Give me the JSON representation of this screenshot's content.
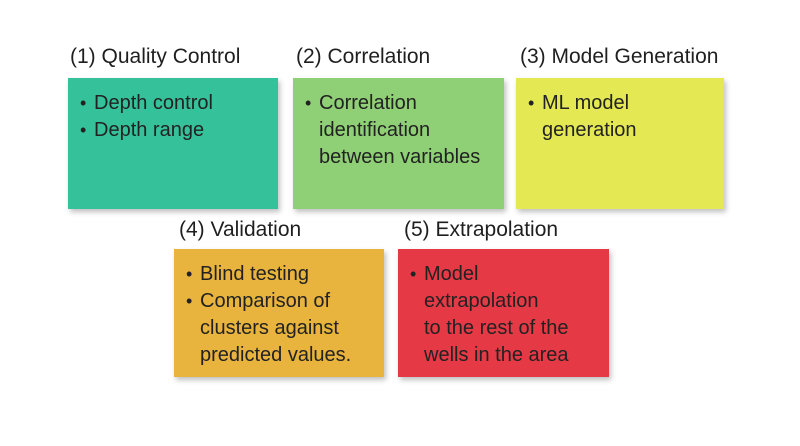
{
  "steps": [
    {
      "id": "quality-control",
      "title": "(1) Quality Control",
      "color": "#35C29B",
      "bullets": [
        {
          "lines": [
            "Depth control"
          ]
        },
        {
          "lines": [
            "Depth range"
          ]
        }
      ]
    },
    {
      "id": "correlation",
      "title": "(2) Correlation",
      "color": "#8FCF75",
      "bullets": [
        {
          "lines": [
            "Correlation",
            "identification",
            "between variables"
          ]
        }
      ]
    },
    {
      "id": "model-generation",
      "title": "(3) Model Generation",
      "color": "#E4E853",
      "bullets": [
        {
          "lines": [
            "ML model",
            "generation"
          ]
        }
      ]
    },
    {
      "id": "validation",
      "title": "(4) Validation",
      "color": "#E8B43E",
      "bullets": [
        {
          "lines": [
            "Blind testing"
          ]
        },
        {
          "lines": [
            "Comparison of",
            "clusters against",
            "predicted values."
          ]
        }
      ]
    },
    {
      "id": "extrapolation",
      "title": "(5) Extrapolation",
      "color": "#E63946",
      "bullets": [
        {
          "lines": [
            "Model",
            "extrapolation",
            "to the rest of the",
            "wells in the area"
          ]
        }
      ]
    }
  ]
}
